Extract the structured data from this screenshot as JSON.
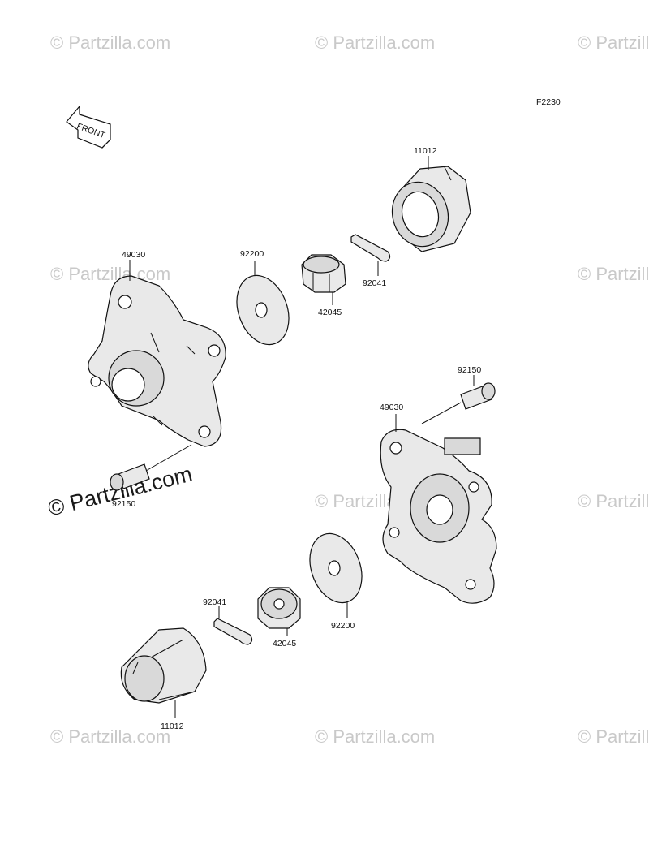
{
  "diagram_code": "F2230",
  "front_label": "FRONT",
  "watermark_text": "© Partzilla.com",
  "watermark_big_text": "© Partzilla.com",
  "part_labels": {
    "top_cap": "11012",
    "top_cotter_pin": "92041",
    "top_nut": "42045",
    "top_washer": "92200",
    "left_hub": "49030",
    "left_bolt": "92150",
    "right_bolt": "92150",
    "right_hub": "49030",
    "bottom_washer": "92200",
    "bottom_nut": "42045",
    "bottom_cotter_pin": "92041",
    "bottom_cap": "11012"
  },
  "colors": {
    "line": "#111111",
    "part_fill": "#e9e9e9",
    "watermark": "#c9c9c9"
  }
}
